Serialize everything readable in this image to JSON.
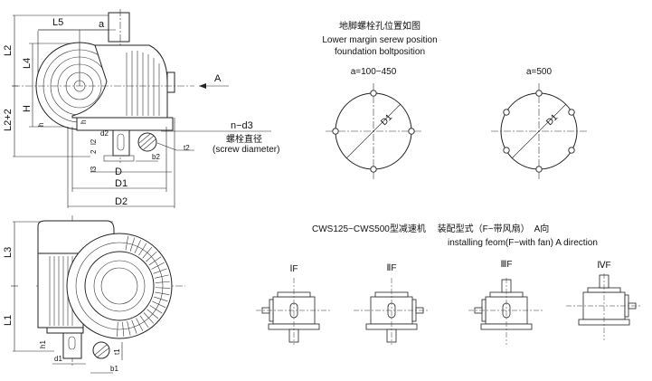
{
  "side_view": {
    "labels": {
      "L5": "L5",
      "a": "a",
      "L2": "L2",
      "L4": "L4",
      "H": "H",
      "L2_2": "L2+2",
      "h": "h",
      "h_small": "h",
      "d2": "d2",
      "l2": "l2",
      "l2b": "2",
      "l3": "l3",
      "D": "D",
      "D1": "D1",
      "D2": "D2",
      "A": "A",
      "n_d3": "n−d3",
      "t2": "t2",
      "b2": "b2"
    },
    "screw_diameter_cn": "螺栓直径",
    "screw_diameter_en": "(screw diameter)"
  },
  "bolt_position": {
    "title_cn": "地脚螺栓孔位置如图",
    "title_en_1": "Lower margin serew position",
    "title_en_2": "foundation boltposition",
    "layouts": [
      {
        "label": "a=100−450",
        "diameter_label": "D1",
        "holes": 4
      },
      {
        "label": "a=500",
        "diameter_label": "D1",
        "holes": 6
      }
    ]
  },
  "front_view": {
    "labels": {
      "L3": "L3",
      "L1": "L1",
      "h1": "h1",
      "d1": "d1",
      "b1": "b1",
      "t1": "t1"
    }
  },
  "mounting": {
    "title_cn": "CWS125~CWS500型减速机　 装配型式（F−带风扇）　A向",
    "title_en": "installing feom(F−with fan)  A direction",
    "forms": [
      {
        "label": "ⅠF",
        "shaft_down": true,
        "input_side": "left"
      },
      {
        "label": "ⅡF",
        "shaft_down": true,
        "input_side": "right"
      },
      {
        "label": "ⅢF",
        "shaft_down": false,
        "input_side": "left"
      },
      {
        "label": "ⅣF",
        "shaft_down": false,
        "input_side": "right"
      }
    ]
  }
}
